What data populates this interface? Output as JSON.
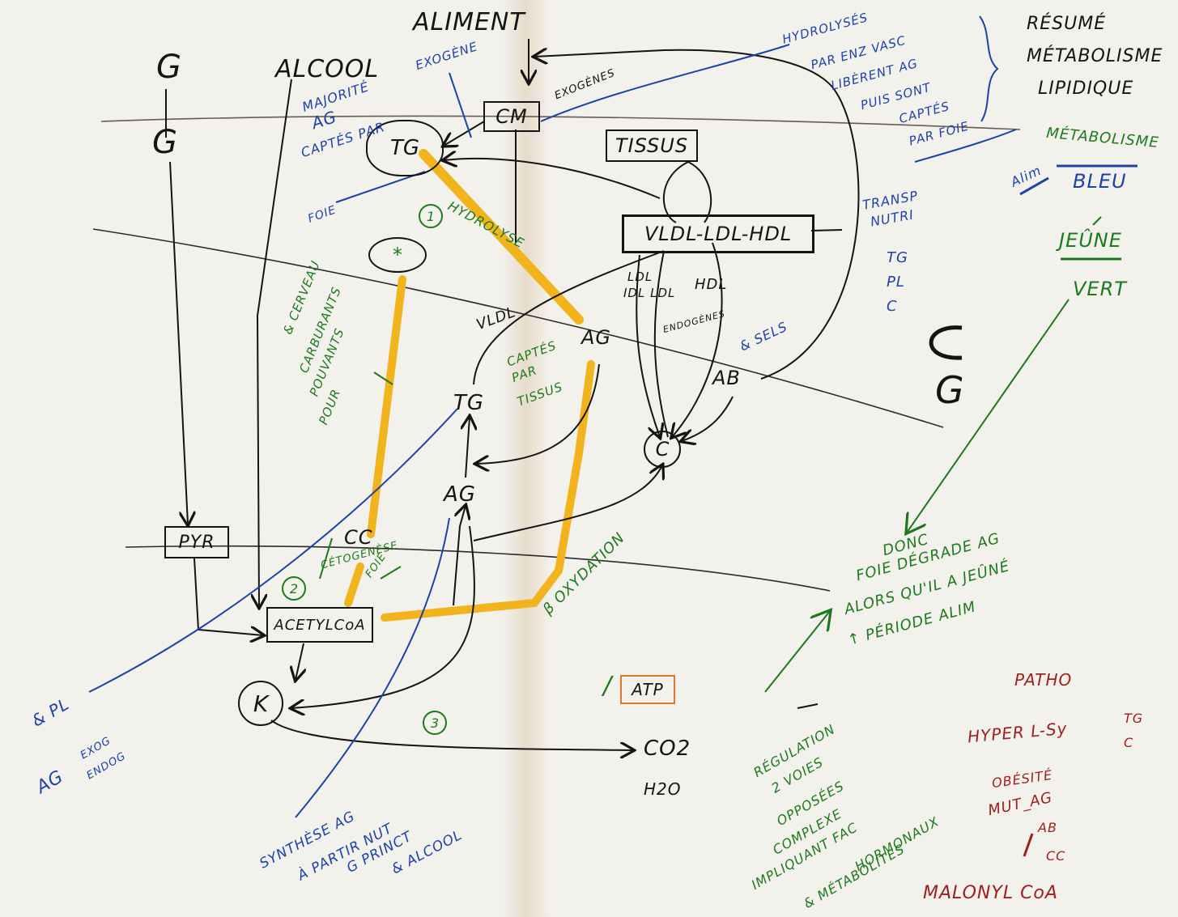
{
  "header": {
    "aliment_label": "ALIMENT",
    "alcool_label": "ALCOOL",
    "g_top": "G",
    "g_liver": "G"
  },
  "summary": {
    "title_lines": [
      "RÉSUMÉ",
      "MÉTABOLISME",
      "LIPIDIQUE"
    ],
    "metabolisme_label": "MÉTABOLISME",
    "alim_label": "Alim",
    "bleu_label": "BLEU",
    "jeune_label": "JEÛNE",
    "vert_label": "VERT"
  },
  "nodes": {
    "cm": "CM",
    "exogenes_cm": "EXOGÈNES",
    "tissus": "TISSUS",
    "lipoproteins": "VLDL-LDL-HDL",
    "tg_liver": "TG",
    "star": "*",
    "pyr": "PYR",
    "cc": "CC",
    "acetylcoa": "ACETYLCoA",
    "k": "K",
    "atp": "ATP",
    "co2": "CO2",
    "h2o": "H2O",
    "tg_mid": "TG",
    "ag_mid": "AG",
    "ag_top": "AG",
    "ab": "AB",
    "c": "C",
    "vldl_arrow": "VLDL",
    "idl_ldl": "IDL\nLDL",
    "idl": "LDL",
    "hdl": "HDL",
    "endogenes": "ENDOGÈNES",
    "g_large": "G"
  },
  "notes_blue": {
    "captes_lines": [
      "MAJORITÉ",
      "AG",
      "CAPTÉS PAR"
    ],
    "exogene": "EXOGÈNE",
    "hydrolyses_lines": [
      "HYDROLYSÉS",
      "PAR ENZ VASC",
      "LIBÈRENT AG",
      "PUIS SONT",
      "CAPTÉS",
      "PAR FOIE"
    ],
    "transport_lines": [
      "TRANSP",
      "NUTRI",
      "TG",
      "PL",
      "C"
    ],
    "foie_label": "FOIE",
    "synthese_lines": [
      "SYNTHÈSE AG",
      "À PARTIR NUT",
      "G PRINCT",
      "& ALCOOL"
    ],
    "pl_lines": [
      "& PL",
      "AG",
      "EXOG",
      "ENDOG"
    ],
    "sels": "& SELS"
  },
  "notes_green": {
    "hydrolyse": "HYDROLYSE",
    "step1": "1",
    "step2": "2",
    "step3": "3",
    "cerveau_lines": [
      "& CERVEAU",
      "CARBURANTS",
      "POUVANTS",
      "POUR"
    ],
    "cetogenese": "CÉTOGENÈSE",
    "foie": "FOIE",
    "beta_ox": "β OXYDATION",
    "captes_lines": [
      "CAPTÉS",
      "PAR",
      "TISSUS"
    ],
    "donc_lines": [
      "DONC",
      "FOIE DÉGRADE AG",
      "ALORS QU'IL A JEÛNÉ",
      "↑ PÉRIODE ALIM"
    ],
    "regulation_lines": [
      "RÉGULATION",
      "2 VOIES",
      "OPPOSÉES",
      "COMPLEXE",
      "IMPLIQUANT FAC",
      "HORMONAUX",
      "& MÉTABOLITES"
    ],
    "atp_mark": "/"
  },
  "patho": {
    "title": "PATHO",
    "line1": "HYPER L-Sy",
    "tg_c": [
      "TG",
      "C"
    ],
    "obesite": "OBÉSITÉ",
    "mut_ag": "MUT_AG",
    "ab": "AB",
    "cc": "CC",
    "malonyl": "MALONYL CoA"
  },
  "colors": {
    "ink": "#141414",
    "blue": "#1b43a8",
    "green": "#1c7a1c",
    "red": "#9e1d1d",
    "yellow": "#f2b41c",
    "atp_border": "#e0782a"
  }
}
